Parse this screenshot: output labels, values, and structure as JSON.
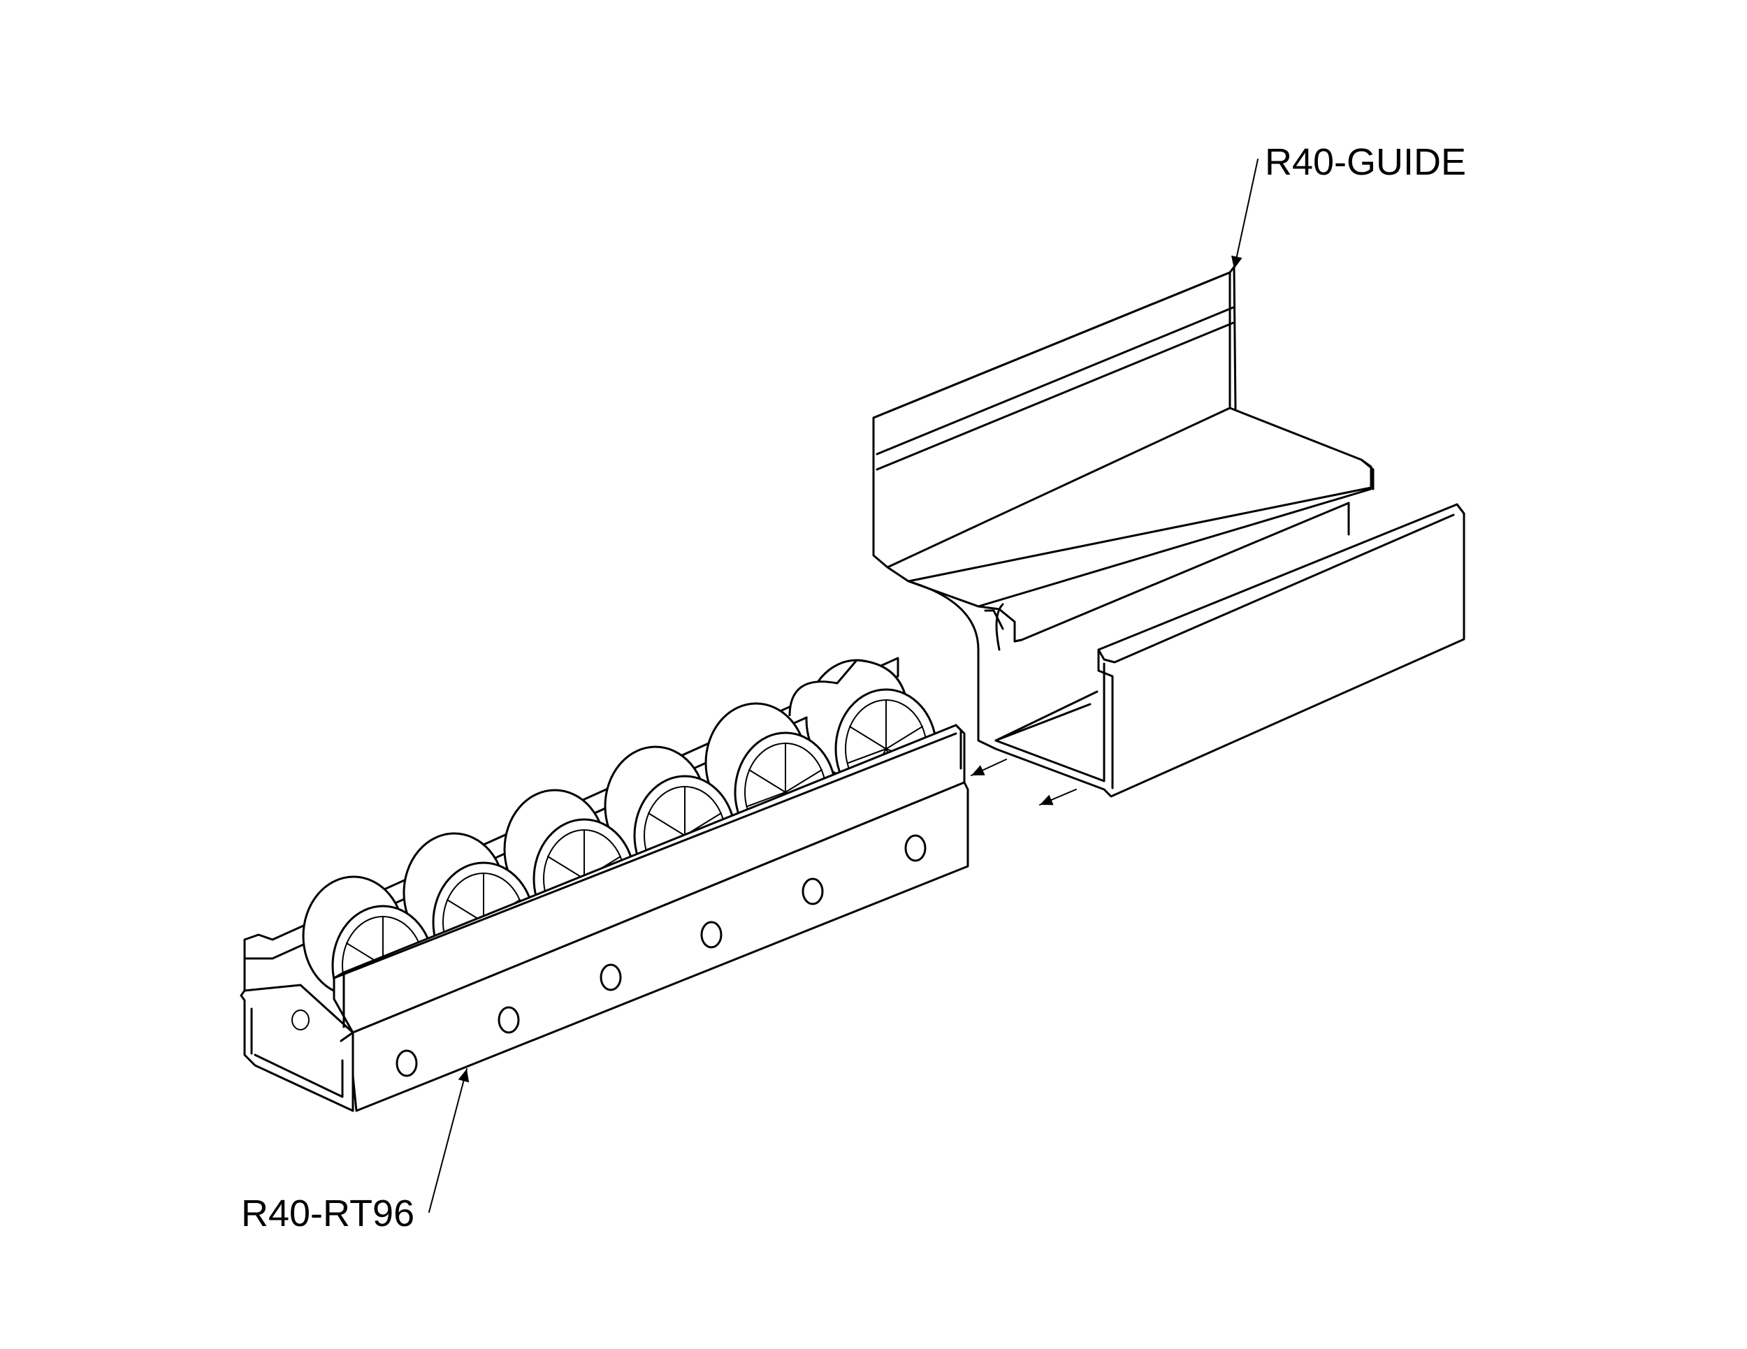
{
  "labels": {
    "guide": "R40-GUIDE",
    "roller_track": "R40-RT96"
  },
  "colors": {
    "line": "#000000",
    "background": "#ffffff"
  },
  "roller_track": {
    "wheel_count": 6,
    "hole_count": 6
  }
}
